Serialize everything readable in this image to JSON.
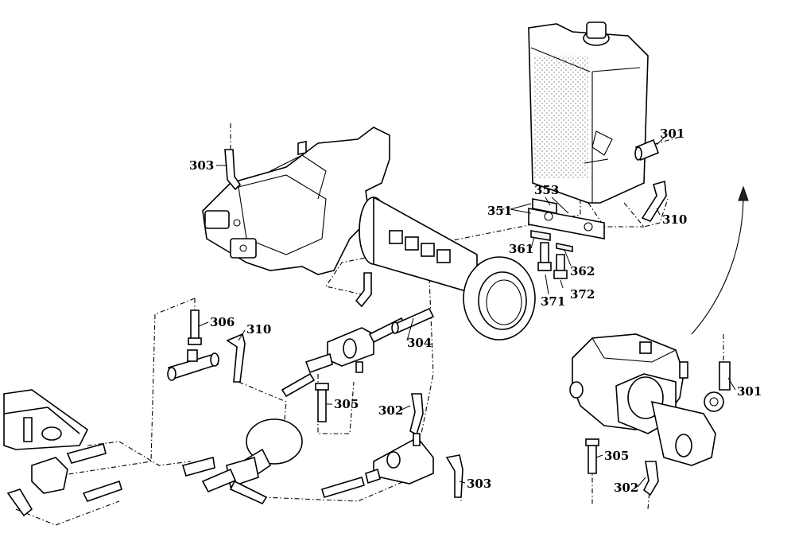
{
  "labels": {
    "l303a": "303",
    "l301a": "301",
    "l310a": "310",
    "l351": "351",
    "l353": "353",
    "l361": "361",
    "l362": "362",
    "l371": "371",
    "l372": "372",
    "l306": "306",
    "l310b": "310",
    "l304": "304",
    "l305a": "305",
    "l302a": "302",
    "l303b": "303",
    "l301b": "301",
    "l305b": "305",
    "l302b": "302"
  }
}
